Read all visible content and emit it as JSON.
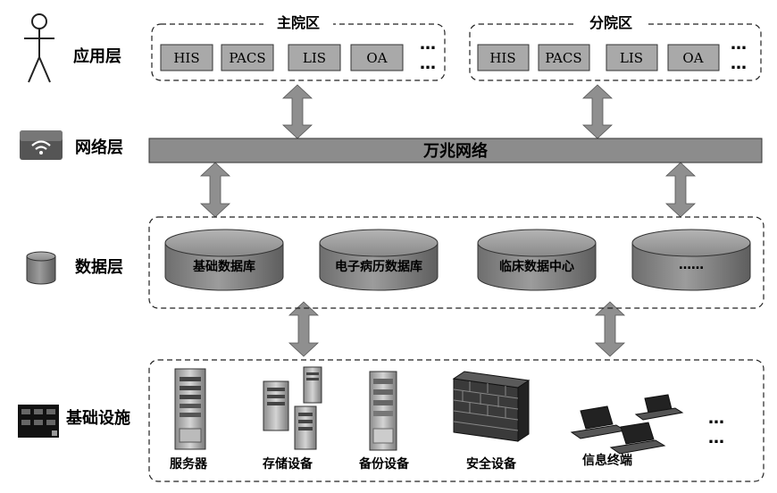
{
  "layers": {
    "app": "应用层",
    "network": "网络层",
    "data": "数据层",
    "infra": "基础设施"
  },
  "campus_main": {
    "title": "主院区",
    "systems": [
      "HIS",
      "PACS",
      "LIS",
      "OA"
    ],
    "more": "…"
  },
  "campus_branch": {
    "title": "分院区",
    "systems": [
      "HIS",
      "PACS",
      "LIS",
      "OA"
    ],
    "more": "…"
  },
  "network_bar": "万兆网络",
  "databases": [
    "基础数据库",
    "电子病历数据库",
    "临床数据中心",
    "……"
  ],
  "devices": [
    "服务器",
    "存储设备",
    "备份设备",
    "安全设备",
    "信息终端"
  ],
  "devices_more": "…",
  "colors": {
    "box": "#a9a9a9",
    "bar": "#8c8c8c",
    "arrow": "#8f8f8f",
    "cylinder": "#8a8a8a"
  }
}
